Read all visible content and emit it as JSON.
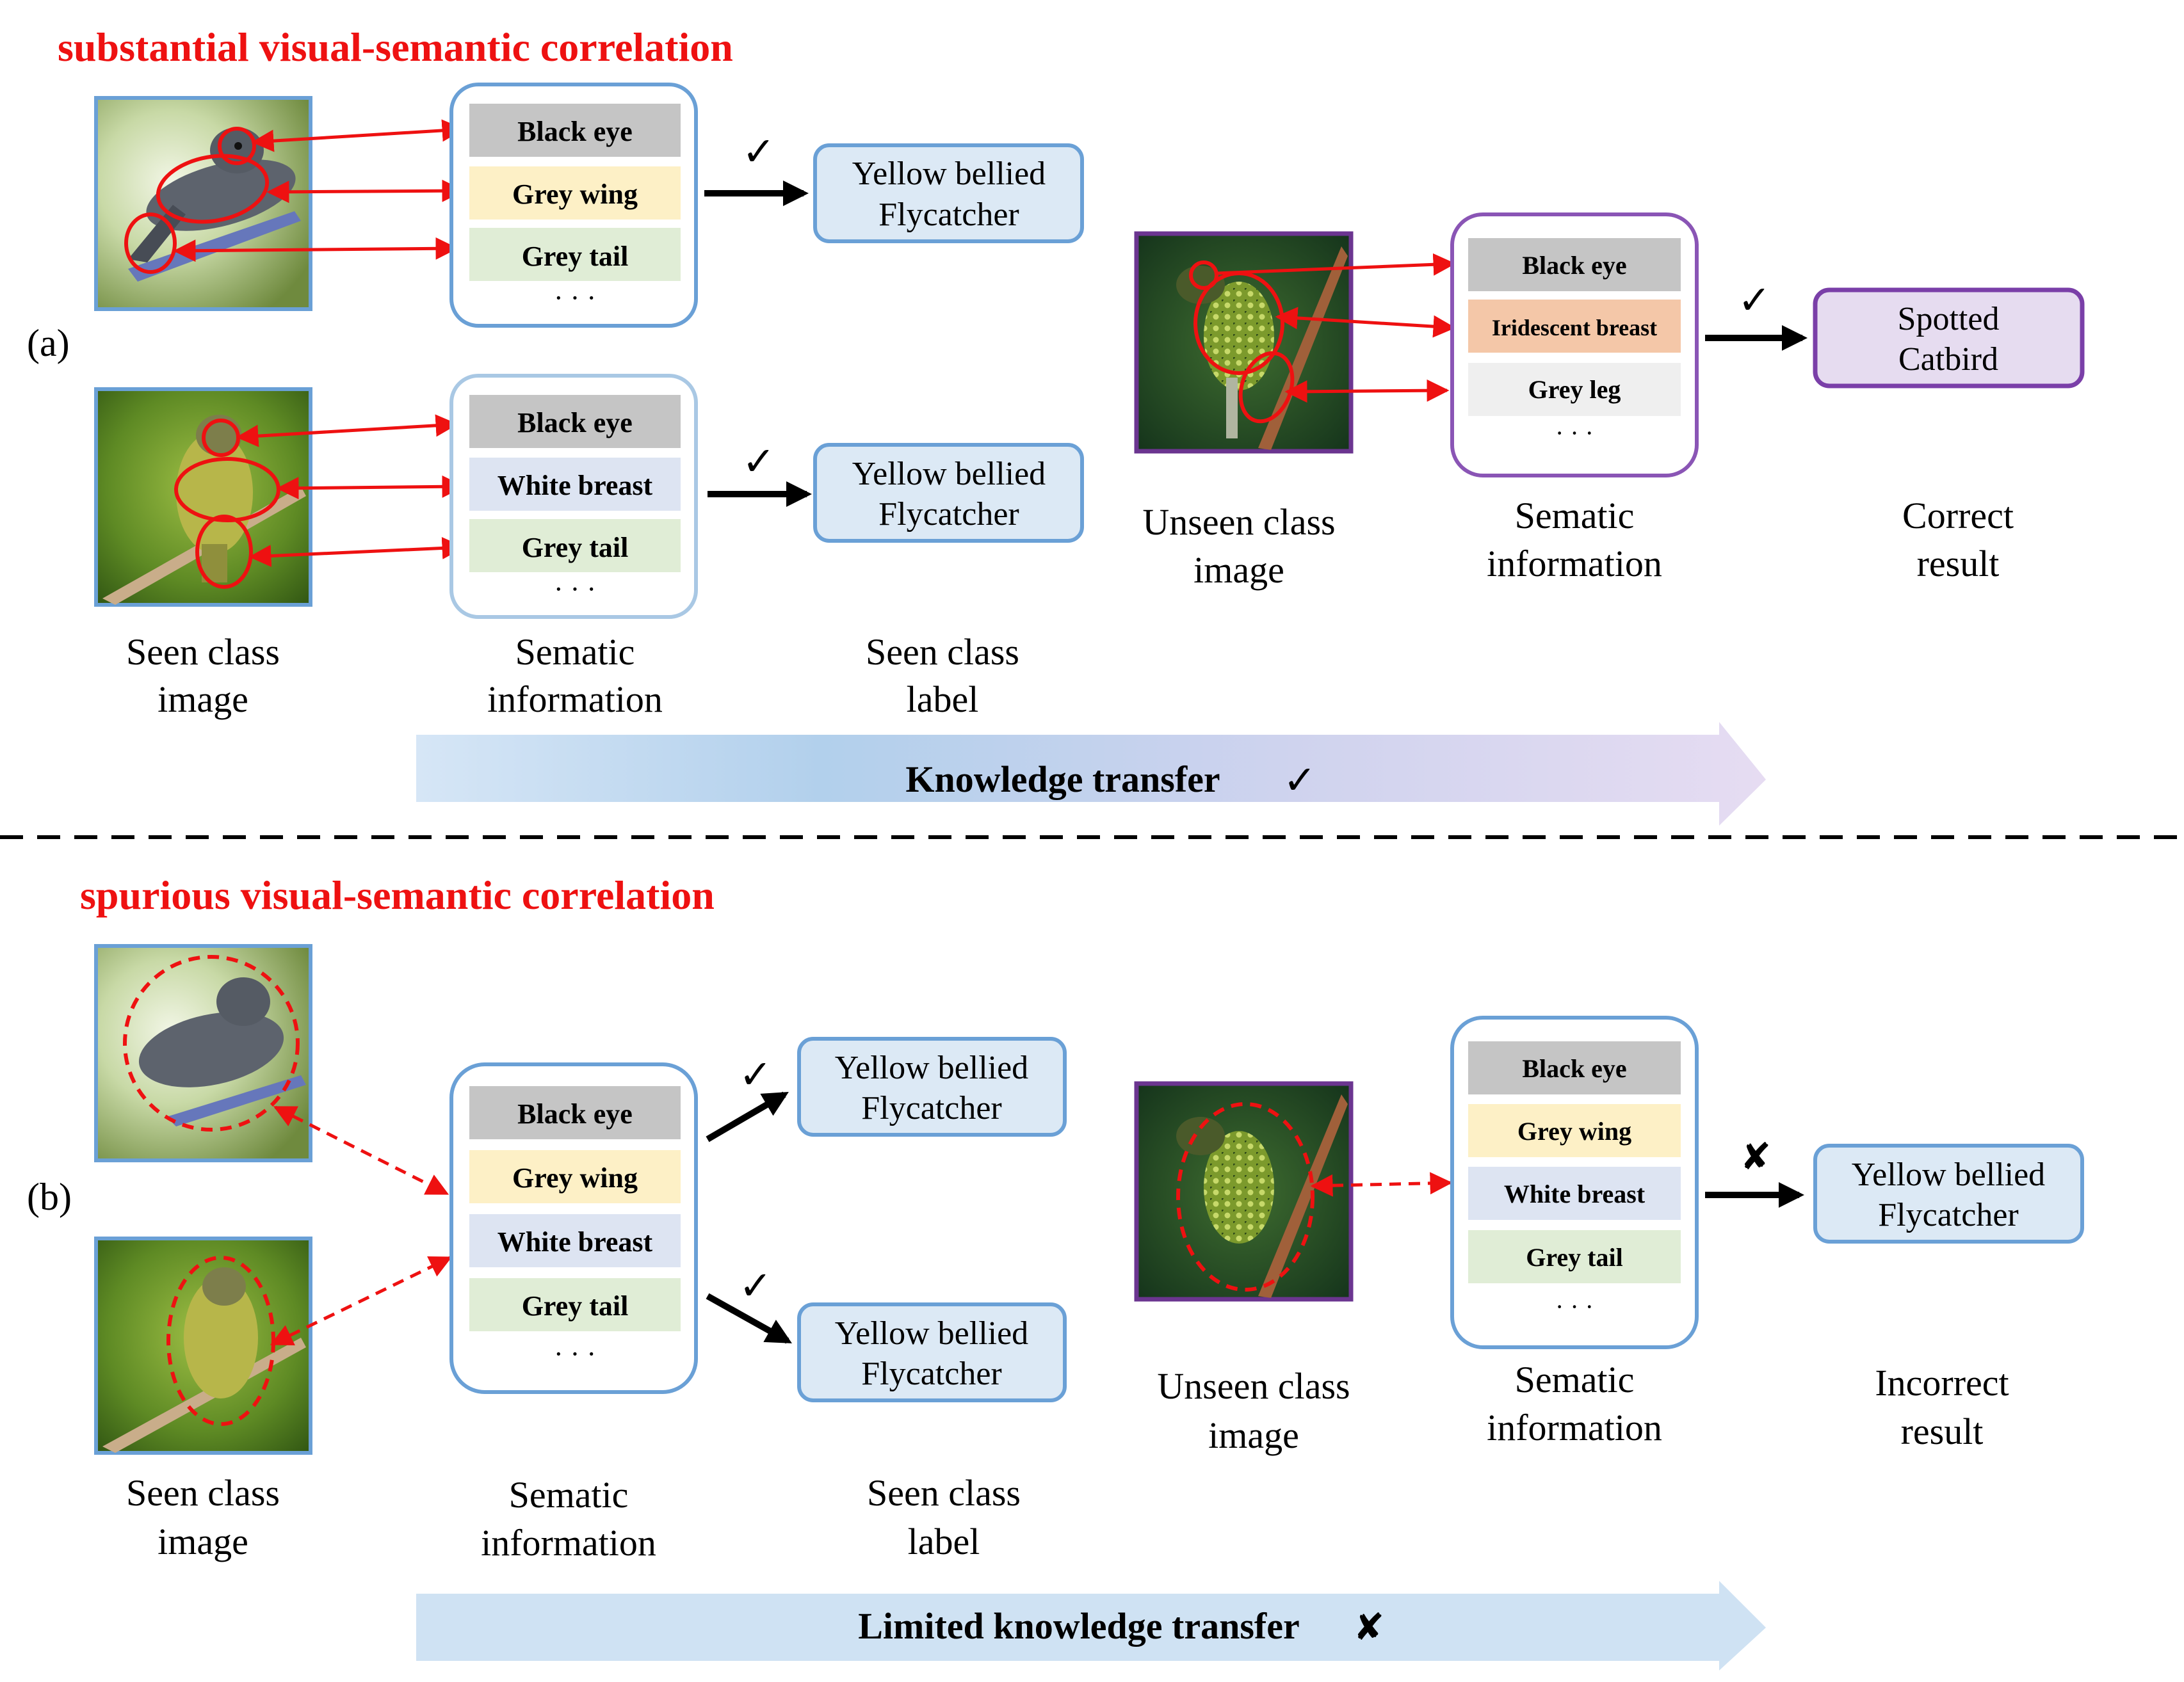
{
  "colors": {
    "red": "#ee1111",
    "blue_border": "#6aa0d6",
    "purple_border": "#8a55b5",
    "purple_photo_border": "#6b3590",
    "attr_black_eye": "#c5c5c5",
    "attr_grey_wing": "#fdf0c6",
    "attr_grey_tail": "#e0edd6",
    "attr_white_breast": "#dde4f2",
    "attr_iridescent": "#f4c7a8",
    "attr_grey_leg": "#efefef",
    "label_blue": "#dce9f5",
    "label_purple": "#e6dcf0"
  },
  "section_a": {
    "title": "substantial visual-semantic correlation",
    "marker": "(a)",
    "row1": {
      "attrs": [
        "Black eye",
        "Grey wing",
        "Grey tail"
      ],
      "ellipsis": "· · ·",
      "check": "✓",
      "label": [
        "Yellow bellied",
        "Flycatcher"
      ]
    },
    "row2": {
      "attrs": [
        "Black eye",
        "White breast",
        "Grey tail"
      ],
      "ellipsis": "· · ·",
      "check": "✓",
      "label": [
        "Yellow bellied",
        "Flycatcher"
      ]
    },
    "captions": {
      "seen_image": [
        "Seen class",
        "image"
      ],
      "semantic": [
        "Sematic",
        "information"
      ],
      "seen_label": [
        "Seen class",
        "label"
      ]
    },
    "unseen": {
      "attrs": [
        "Black eye",
        "Iridescent breast",
        "Grey leg"
      ],
      "ellipsis": "· · ·",
      "check": "✓",
      "result": [
        "Spotted",
        "Catbird"
      ],
      "captions": {
        "image": [
          "Unseen class",
          "image"
        ],
        "semantic": [
          "Sematic",
          "information"
        ],
        "result": [
          "Correct",
          "result"
        ]
      }
    },
    "banner": {
      "text": "Knowledge transfer",
      "mark": "✓"
    }
  },
  "section_b": {
    "title": "spurious visual-semantic correlation",
    "marker": "(b)",
    "attrs": [
      "Black eye",
      "Grey wing",
      "White breast",
      "Grey tail"
    ],
    "ellipsis": "· · ·",
    "checks": [
      "✓",
      "✓"
    ],
    "labels": [
      [
        "Yellow bellied",
        "Flycatcher"
      ],
      [
        "Yellow bellied",
        "Flycatcher"
      ]
    ],
    "captions": {
      "seen_image": [
        "Seen class",
        "image"
      ],
      "semantic": [
        "Sematic",
        "information"
      ],
      "seen_label": [
        "Seen class",
        "label"
      ]
    },
    "unseen": {
      "attrs": [
        "Black eye",
        "Grey wing",
        "White breast",
        "Grey tail"
      ],
      "ellipsis": "· · ·",
      "cross": "✘",
      "result": [
        "Yellow bellied",
        "Flycatcher"
      ],
      "captions": {
        "image": [
          "Unseen class",
          "image"
        ],
        "semantic": [
          "Sematic",
          "information"
        ],
        "result": [
          "Incorrect",
          "result"
        ]
      }
    },
    "banner": {
      "text": "Limited knowledge transfer",
      "mark": "✘"
    }
  }
}
